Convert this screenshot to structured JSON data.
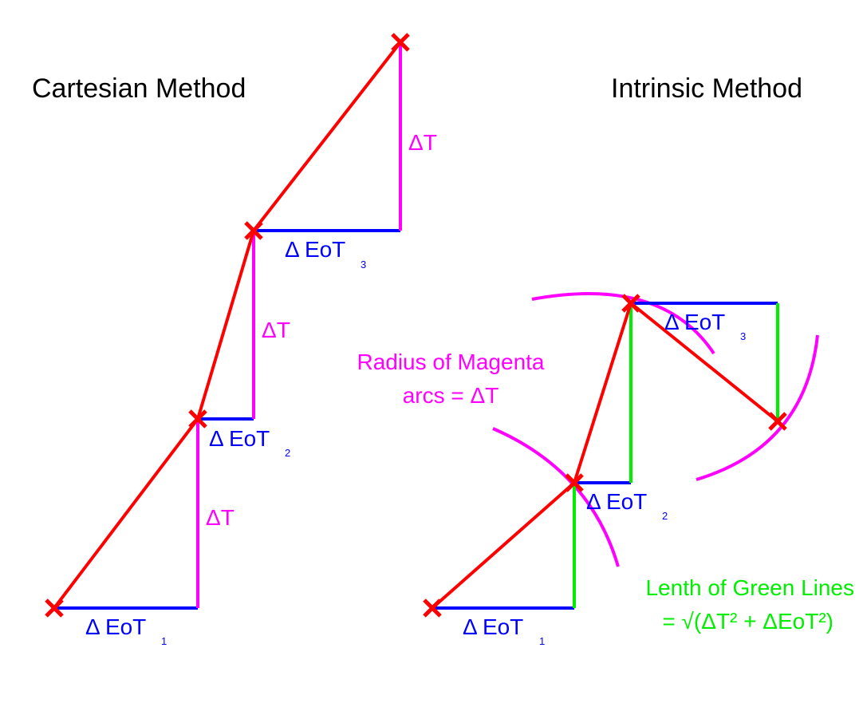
{
  "titles": {
    "cartesian": "Cartesian Method",
    "intrinsic": "Intrinsic Method"
  },
  "labels": {
    "delta_t": "ΔT",
    "delta_eot": "Δ EoT",
    "sub_1": "1",
    "sub_2": "2",
    "sub_3": "3"
  },
  "notes": {
    "radius_line1": "Radius of Magenta",
    "radius_line2": "arcs = ΔT",
    "green_line1": "Lenth of Green Lines",
    "green_line2": "= √(ΔT² + ΔEoT²)"
  },
  "colors": {
    "path": "#ff0000",
    "eot": "#0000ff",
    "delta_t": "#ff00ff",
    "green": "#00ee00",
    "marker": "#ff0000"
  }
}
